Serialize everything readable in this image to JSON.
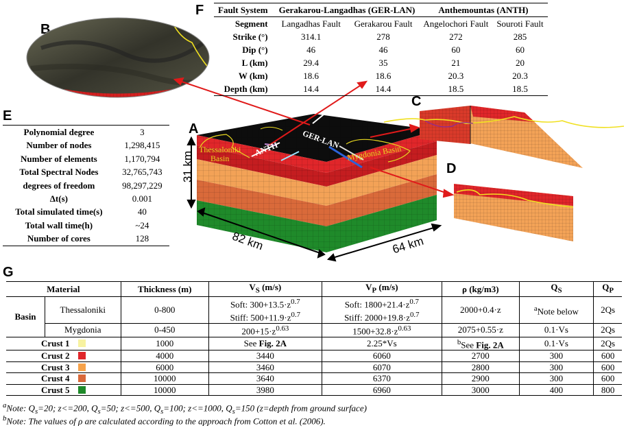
{
  "panel_labels": {
    "a": "A",
    "b": "B",
    "c": "C",
    "d": "D",
    "e": "E",
    "f": "F",
    "g": "G"
  },
  "fault_table": {
    "system_label": "Fault System",
    "segment_label": "Segment",
    "systems": [
      "Gerakarou-Langadhas (GER-LAN)",
      "Anthemountas (ANTH)"
    ],
    "segments": [
      "Langadhas Fault",
      "Gerakarou Fault",
      "Angelochori Fault",
      "Souroti Fault"
    ],
    "rows": [
      {
        "label": "Strike (°)",
        "values": [
          "314.1",
          "278",
          "272",
          "285"
        ]
      },
      {
        "label": "Dip (°)",
        "values": [
          "46",
          "46",
          "60",
          "60"
        ]
      },
      {
        "label": "L (km)",
        "values": [
          "29.4",
          "35",
          "21",
          "20"
        ]
      },
      {
        "label": "W (km)",
        "values": [
          "18.6",
          "18.6",
          "20.3",
          "20.3"
        ]
      },
      {
        "label": "Depth (km)",
        "values": [
          "14.4",
          "14.4",
          "18.5",
          "18.5"
        ]
      }
    ]
  },
  "sim_table": [
    {
      "label": "Polynomial degree",
      "value": "3"
    },
    {
      "label": "Number of nodes",
      "value": "1,298,415"
    },
    {
      "label": "Number of elements",
      "value": "1,170,794"
    },
    {
      "label": "Total Spectral Nodes",
      "value": "32,765,743"
    },
    {
      "label": "degrees of freedom",
      "value": "98,297,229"
    },
    {
      "label": "Δt(s)",
      "value": "0.001"
    },
    {
      "label": "Total simulated time(s)",
      "value": "40"
    },
    {
      "label": "Total wall time(h)",
      "value": "~24"
    },
    {
      "label": "Number of cores",
      "value": "128"
    }
  ],
  "model": {
    "depth_label": "31 km",
    "length_label": "82 km",
    "width_label": "64 km",
    "thessaloniki": "Thessaloniki",
    "basin_word": "Basin",
    "mygdonia": "Mygdonia Basin",
    "anth": "ANTH",
    "gerlan": "GER-LAN"
  },
  "material_table": {
    "headers": {
      "material": "Material",
      "thickness": "Thickness (m)",
      "vs": "V",
      "vs_sub": "S",
      "vs_unit": " (m/s)",
      "vp": "V",
      "vp_sub": "P",
      "vp_unit": " (m/s)",
      "rho": "ρ (kg/m3)",
      "qs": "Q",
      "qs_sub": "S",
      "qp": "Q",
      "qp_sub": "P"
    },
    "basin_label": "Basin",
    "thessaloniki": {
      "name": "Thessaloniki",
      "thickness": "0-800",
      "vs_soft": "Soft: 300+13.5·z",
      "vs_soft_exp": "0.7",
      "vs_stiff": "Stiff: 500+11.9·z",
      "vs_stiff_exp": "0.7",
      "vp_soft": "Soft: 1800+21.4·z",
      "vp_soft_exp": "0.7",
      "vp_stiff": "Stiff: 2000+19.8·z",
      "vp_stiff_exp": "0.7",
      "rho": "2000+0.4·z",
      "qs_sup": "a",
      "qs": "Note below",
      "qp": "2Qs"
    },
    "mygdonia": {
      "name": "Mygdonia",
      "thickness": "0-450",
      "vs": "200+15·z",
      "vs_exp": "0.63",
      "vp": "1500+32.8·z",
      "vp_exp": "0.63",
      "rho": "2075+0.55·z",
      "qs": "0.1·Vs",
      "qp": "2Qs"
    },
    "crust1": {
      "name": "Crust 1",
      "thickness": "1000",
      "vs_pre": "See ",
      "vs_fig": "Fig. 2A",
      "vp": "2.25*Vs",
      "rho_sup": "b",
      "rho_pre": "See ",
      "rho_fig": "Fig. 2A",
      "qs": "0.1·Vs",
      "qp": "2Qs"
    },
    "crusts": [
      {
        "name": "Crust 2",
        "thickness": "4000",
        "vs": "3440",
        "vp": "6060",
        "rho": "2700",
        "qs": "300",
        "qp": "600"
      },
      {
        "name": "Crust 3",
        "thickness": "6000",
        "vs": "3460",
        "vp": "6070",
        "rho": "2800",
        "qs": "300",
        "qp": "600"
      },
      {
        "name": "Crust 4",
        "thickness": "10000",
        "vs": "3640",
        "vp": "6370",
        "rho": "2900",
        "qs": "300",
        "qp": "600"
      },
      {
        "name": "Crust 5",
        "thickness": "10000",
        "vs": "3980",
        "vp": "6960",
        "rho": "3000",
        "qs": "400",
        "qp": "800"
      }
    ],
    "crust_colors": [
      "#f7f2a0",
      "#e0262a",
      "#f6a24a",
      "#d9693a",
      "#1f8a2a"
    ]
  },
  "notes": {
    "a_sup": "a",
    "a_text": "Note: Q",
    "a_s": "s",
    "a_rest1": "=20; z<=200, Q",
    "a_rest2": "=50; z<=500, Q",
    "a_rest3": "=100; z<=1000, Q",
    "a_rest4": "=150 (z=depth from ground surface)",
    "b_sup": "b",
    "b_text": "Note: The values of ρ are calculated according to the approach from Cotton et al. (2006)."
  }
}
